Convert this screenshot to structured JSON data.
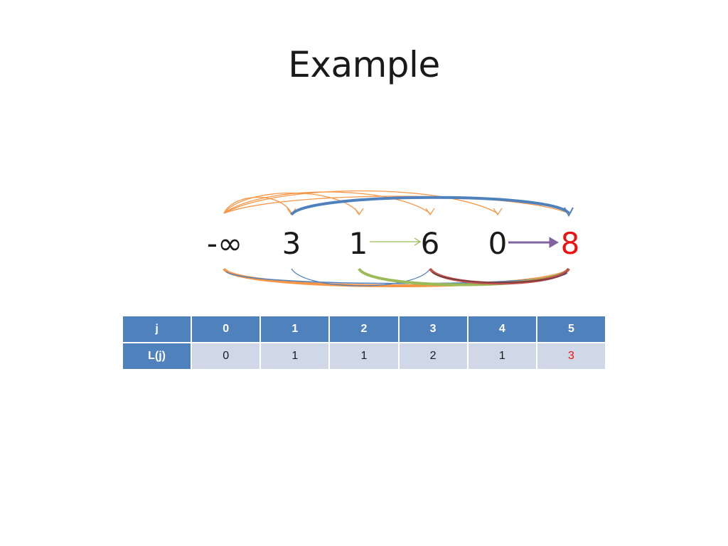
{
  "slide": {
    "title": "Example"
  },
  "sequence": {
    "items": [
      {
        "label": "-∞"
      },
      {
        "label": "3"
      },
      {
        "label": "1"
      },
      {
        "label": "6"
      },
      {
        "label": "0"
      },
      {
        "label": "8"
      }
    ],
    "highlight_index": 5,
    "highlight_color": "#ee1111"
  },
  "table": {
    "row_headers": [
      "j",
      "L(j)"
    ],
    "j": [
      "0",
      "1",
      "2",
      "3",
      "4",
      "5"
    ],
    "L": [
      "0",
      "1",
      "1",
      "2",
      "1",
      "3"
    ],
    "highlight_col": 5,
    "header_color": "#4f81bd",
    "cell_color": "#d0d8e8"
  },
  "colors": {
    "orange": "#f79646",
    "blue": "#4f81bd",
    "green": "#9bbb59",
    "purple": "#8064a2",
    "red": "#c0504d",
    "light_green": "#9bbb59"
  }
}
